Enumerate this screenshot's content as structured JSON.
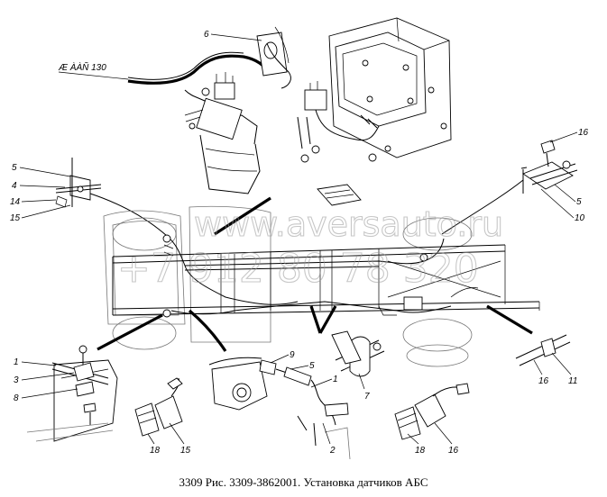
{
  "diagram": {
    "caption": "3309 Рис. 3309-3862001. Установка датчиков АБС",
    "harness_label": "Æ     ÀÀÑ 130",
    "watermark_url": "www.aversauto.ru",
    "watermark_phone": "+7 912 80 78 320",
    "callouts": {
      "c6": "6",
      "c5_top": "5",
      "c4": "4",
      "c14": "14",
      "c15_top": "15",
      "c16_tr": "16",
      "c5_r": "5",
      "c10": "10",
      "c1_l": "1",
      "c3": "3",
      "c8": "8",
      "c9": "9",
      "c5_c": "5",
      "c1_c": "1",
      "c7": "7",
      "c16_r": "16",
      "c11": "11",
      "c18_l": "18",
      "c15_b": "15",
      "c2": "2",
      "c18_r": "18",
      "c16_b": "16"
    }
  }
}
